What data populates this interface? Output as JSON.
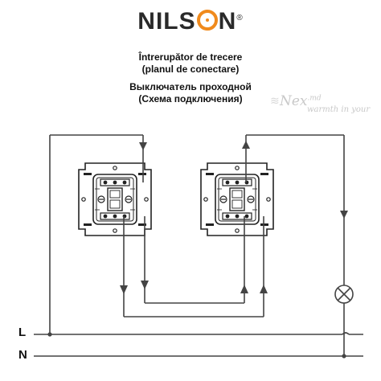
{
  "brand": {
    "logo_text_1": "NILS",
    "logo_text_2": "N",
    "reg_mark": "®",
    "accent": "#f08a1c"
  },
  "titles": {
    "ro_line1": "Întrerupător de trecere",
    "ro_line2": "(planul de conectare)",
    "ru_line1": "Выключатель проходной",
    "ru_line2": "(Схема подключения)"
  },
  "watermark": {
    "name": "Nex",
    "suffix": ".md",
    "tagline": "warmth in your",
    "heat_icon": "heat-waves-icon"
  },
  "lines": {
    "L": "L",
    "N": "N"
  },
  "colors": {
    "wire": "#444444",
    "switch": "#222222"
  }
}
